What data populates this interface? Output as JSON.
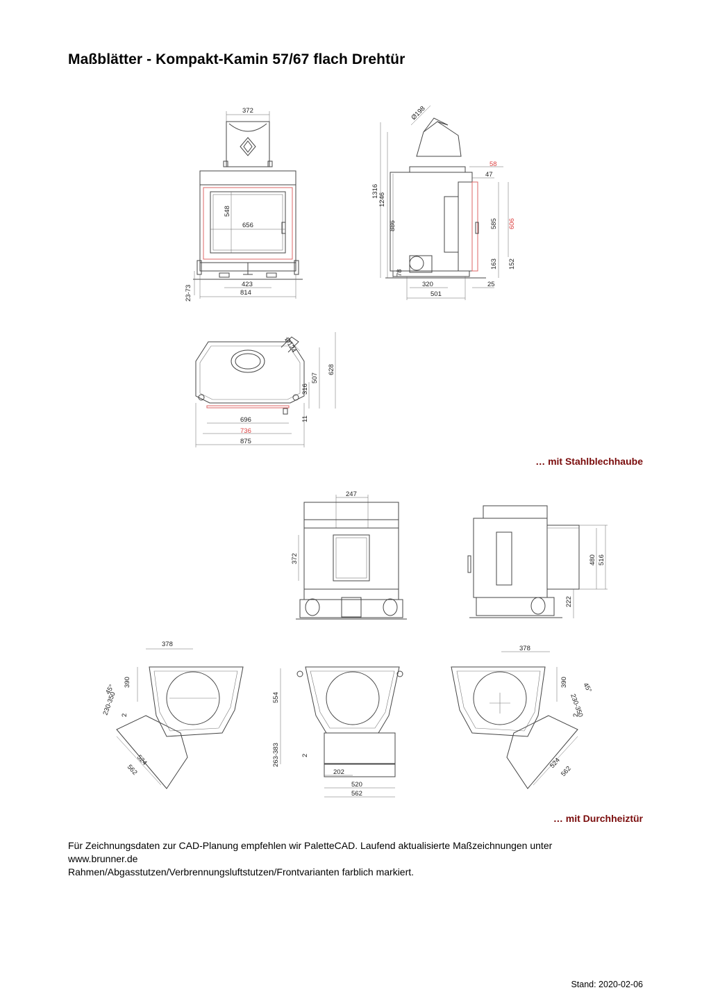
{
  "title": "Maßblätter - Kompakt-Kamin 57/67 flach Drehtür",
  "sections": {
    "stahlblechhaube": "… mit Stahlblechhaube",
    "durchheiztuer": "… mit Durchheiztür"
  },
  "footnote": {
    "line1": "Für Zeichnungsdaten zur CAD-Planung empfehlen wir PaletteCAD. Laufend aktualisierte Maßzeichnungen unter",
    "line2": "www.brunner.de",
    "line3": "Rahmen/Abgasstutzen/Verbrennungsluftstutzen/Frontvarianten farblich markiert."
  },
  "stand": "Stand: 2020-02-06",
  "dims": {
    "front": {
      "w372": "372",
      "h548": "548",
      "w656": "656",
      "w423": "423",
      "w814": "814",
      "h2373": "23-73"
    },
    "side": {
      "d198": "Ø198",
      "h1316": "1316",
      "h1246": "1246",
      "h886": "886",
      "h78": "78",
      "w58": "58",
      "w47": "47",
      "h585": "585",
      "h606": "606",
      "h163": "163",
      "h152": "152",
      "w320": "320",
      "w25": "25",
      "w501": "501"
    },
    "top": {
      "d124": "Ø124",
      "h628": "628",
      "h507": "507",
      "h316": "316",
      "h11": "11",
      "w696": "696",
      "w736": "736",
      "w875": "875"
    },
    "hood_front": {
      "w247": "247",
      "h372": "372"
    },
    "hood_side": {
      "h480": "480",
      "h516": "516",
      "h222": "222"
    },
    "plan_left": {
      "w378": "378",
      "h390": "390",
      "a45": "45°",
      "r230350": "230-350",
      "t2": "2",
      "w524": "524",
      "w562": "562"
    },
    "plan_mid": {
      "h554": "554",
      "h263383": "263-383",
      "t2": "2",
      "w202": "202",
      "w520": "520",
      "w562": "562"
    },
    "plan_right": {
      "w378": "378",
      "h390": "390",
      "a45": "45°",
      "r230350": "230-350",
      "t2": "2",
      "w524": "524",
      "w562": "562"
    }
  }
}
